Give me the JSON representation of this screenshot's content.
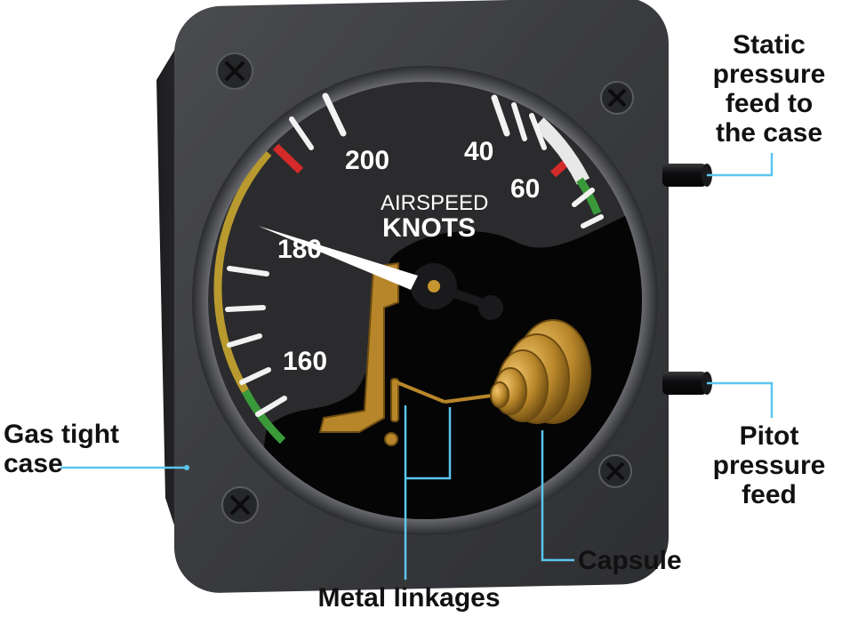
{
  "gauge": {
    "title": "AIRSPEED",
    "unit": "KNOTS",
    "scale_labels": [
      "200",
      "40",
      "60",
      "180",
      "160"
    ]
  },
  "callouts": {
    "static_pressure": [
      "Static",
      "pressure",
      "feed to",
      "the case"
    ],
    "pitot_pressure": [
      "Pitot pressure",
      "feed"
    ],
    "gas_tight_case": [
      "Gas tight",
      "case"
    ],
    "capsule": "Capsule",
    "metal_linkages": "Metal linkages"
  },
  "colors": {
    "case": "#3a3b3e",
    "dial": "#2b2b2d",
    "arc_yellow": "#b89a2e",
    "arc_green": "#3a9a3a",
    "arc_red": "#d42a2a",
    "brass": "#b8862a",
    "leader": "#5bc6ef"
  }
}
